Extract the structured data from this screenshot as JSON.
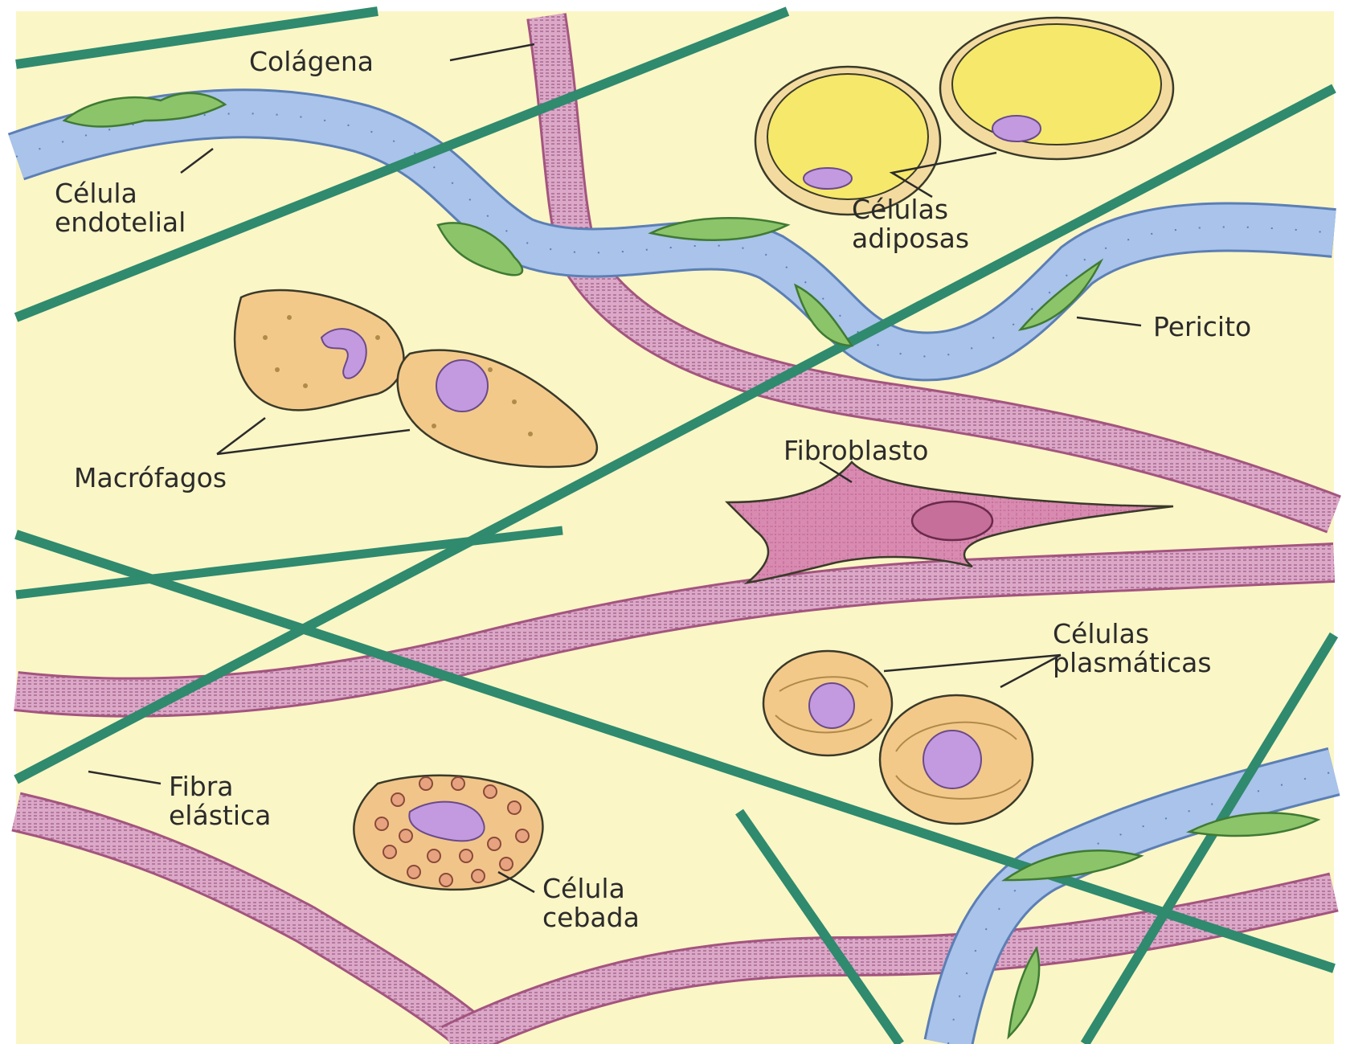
{
  "labels": {
    "colagena": "Colágena",
    "celula_endotelial": [
      "Célula",
      "endotelial"
    ],
    "celulas_adiposas": [
      "Células",
      "adiposas"
    ],
    "pericito": "Pericito",
    "macrofagos": "Macrófagos",
    "fibroblasto": "Fibroblasto",
    "celulas_plasmaticas": [
      "Células",
      "plasmáticas"
    ],
    "fibra_elastica": [
      "Fibra",
      "elástica"
    ],
    "celula_cebada": [
      "Célula",
      "cebada"
    ]
  },
  "colors": {
    "background": "#fbf6c6",
    "elastic_fiber": "#2f8a6e",
    "collagen": "#d9a9c7",
    "vessel": "#a9c3ea",
    "pericyte": "#8cc46a",
    "adipocyte_fat": "#f6e86a",
    "macrophage": "#f3c98a",
    "nucleus": "#c39ae0",
    "fibroblast": "#d98ab0",
    "mast_cell": "#f1c589"
  }
}
